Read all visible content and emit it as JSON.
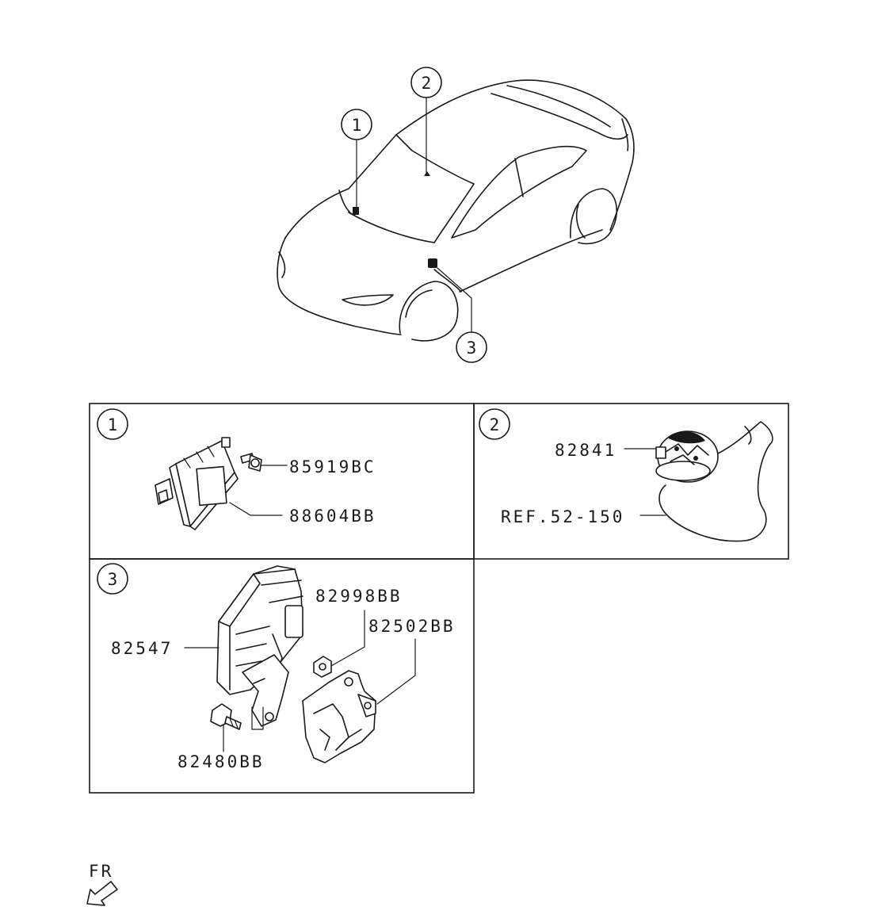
{
  "callouts": {
    "c1": "1",
    "c2": "2",
    "c3": "3"
  },
  "panels": {
    "p1": {
      "tag": "1",
      "parts": [
        "85919BC",
        "88604BB"
      ]
    },
    "p2": {
      "tag": "2",
      "parts": [
        "82841",
        "REF.52-150"
      ]
    },
    "p3": {
      "tag": "3",
      "parts": [
        "82998BB",
        "82502BB",
        "82547",
        "82480BB"
      ]
    }
  },
  "orientation": {
    "label": "FR",
    "icon": "arrow-front-icon"
  }
}
